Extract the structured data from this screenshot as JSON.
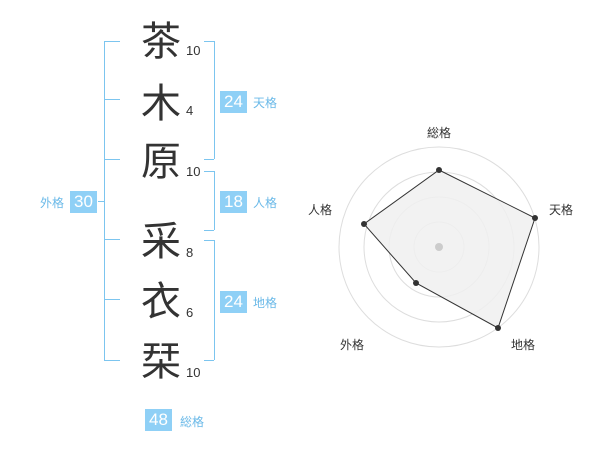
{
  "name": {
    "chars": [
      {
        "char": "茶",
        "strokes": "10"
      },
      {
        "char": "木",
        "strokes": "4"
      },
      {
        "char": "原",
        "strokes": "10"
      },
      {
        "char": "采",
        "strokes": "8"
      },
      {
        "char": "衣",
        "strokes": "6"
      },
      {
        "char": "栞",
        "strokes": "10"
      }
    ]
  },
  "fortune": {
    "tenkaku": {
      "value": "24",
      "label": "天格"
    },
    "jinkaku": {
      "value": "18",
      "label": "人格"
    },
    "chikaku": {
      "value": "24",
      "label": "地格"
    },
    "gaikaku": {
      "value": "30",
      "label": "外格"
    },
    "soukaku": {
      "value": "48",
      "label": "総格"
    }
  },
  "radar": {
    "labels": {
      "soukaku": "総格",
      "tenkaku": "天格",
      "chikaku": "地格",
      "gaikaku": "外格",
      "jinkaku": "人格"
    },
    "accent": "#333333",
    "fill": "#f0f0f0"
  }
}
